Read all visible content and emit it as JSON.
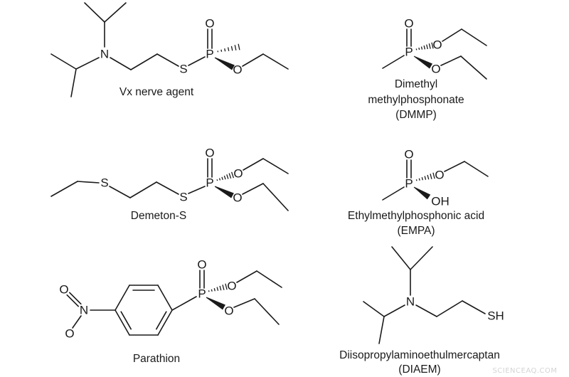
{
  "figure": {
    "colors": {
      "ink": "#1a1a1a",
      "background": "#ffffff",
      "watermark": "#d4d4d4"
    }
  },
  "molecules": {
    "vx": {
      "name_lines": [
        "Vx nerve agent"
      ],
      "atoms": [
        "N",
        "S",
        "P",
        "O",
        "O"
      ]
    },
    "dmmp": {
      "name_lines": [
        "Dimethyl",
        "methylphosphonate",
        "(DMMP)"
      ],
      "atoms": [
        "P",
        "O",
        "O",
        "O"
      ]
    },
    "demeton_s": {
      "name_lines": [
        "Demeton-S"
      ],
      "atoms": [
        "S",
        "S",
        "P",
        "O",
        "O",
        "O"
      ]
    },
    "empa": {
      "name_lines": [
        "Ethylmethylphosphonic acid",
        "(EMPA)"
      ],
      "atoms": [
        "P",
        "O",
        "O",
        "OH"
      ]
    },
    "parathion": {
      "name_lines": [
        "Parathion"
      ],
      "atoms": [
        "N",
        "O",
        "O",
        "P",
        "O",
        "O",
        "O"
      ]
    },
    "diaem": {
      "name_lines": [
        "Diisopropylaminoethulmercaptan",
        "(DIAEM)"
      ],
      "atoms": [
        "N",
        "SH"
      ]
    }
  },
  "watermark": "SCIENCEAQ.COM"
}
